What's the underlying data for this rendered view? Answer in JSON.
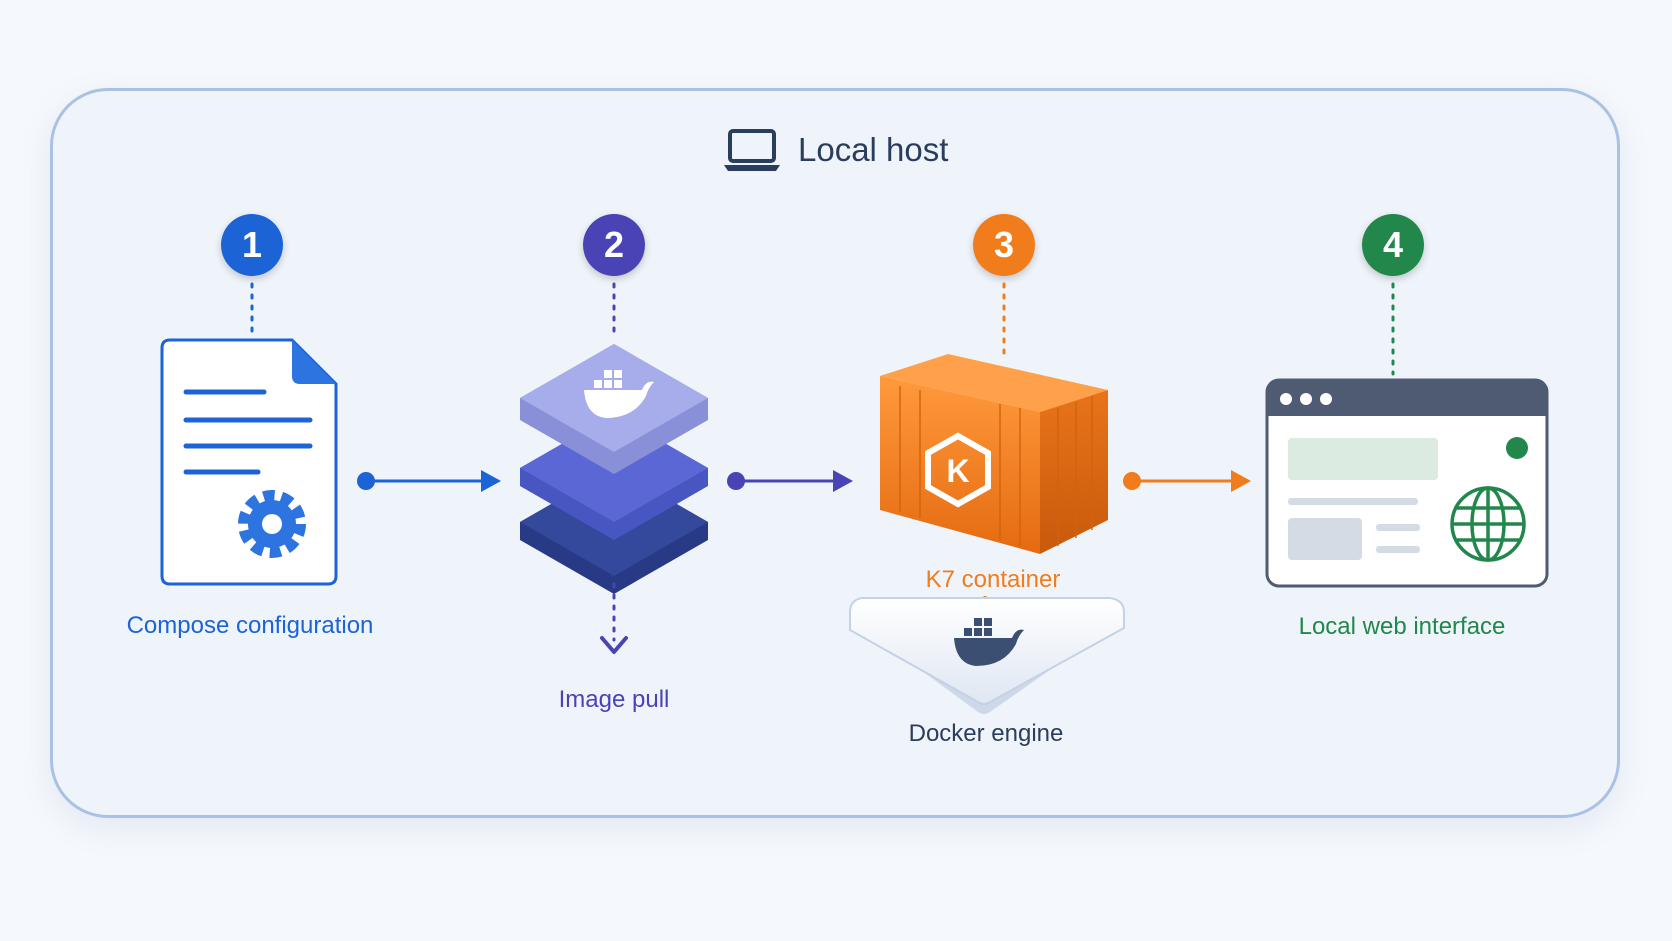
{
  "host": {
    "title": "Local host",
    "icon": "laptop-icon"
  },
  "steps": [
    {
      "number": "1",
      "label": "Compose configuration",
      "color": "#1c63d6",
      "icon": "document-gear-icon"
    },
    {
      "number": "2",
      "label": "Image pull",
      "color": "#4a43b5",
      "icon": "image-layers-icon"
    },
    {
      "number": "3",
      "label": "K7 container",
      "color": "#f07c1b",
      "icon": "shipping-container-icon",
      "logo_text": "K"
    },
    {
      "number": "4",
      "label": "Local web interface",
      "color": "#21874a",
      "icon": "browser-globe-icon"
    }
  ],
  "engine": {
    "label": "Docker engine",
    "icon": "docker-whale-icon",
    "color": "#2b3d5c"
  }
}
